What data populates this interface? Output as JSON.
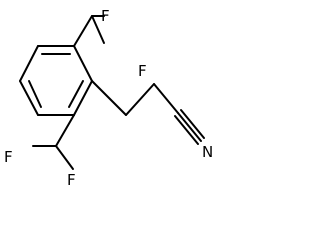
{
  "molecule": {
    "atoms": {
      "f1": "F",
      "f2": "F",
      "f3": "F",
      "f4": "F",
      "n": "N"
    }
  }
}
